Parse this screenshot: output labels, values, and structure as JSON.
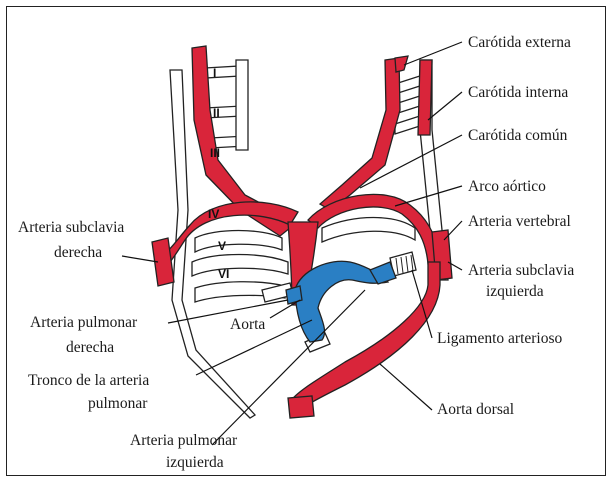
{
  "colors": {
    "artery": "#d9253a",
    "pulmonary": "#2a7fc4",
    "regressed": "#ffffff"
  },
  "arch_numerals": [
    "I",
    "II",
    "III",
    "IV",
    "V",
    "VI"
  ],
  "labels": {
    "carotida_externa": "Carótida externa",
    "carotida_interna": "Carótida interna",
    "carotida_comun": "Carótida común",
    "arco_aortico": "Arco aórtico",
    "arteria_vertebral": "Arteria vertebral",
    "subclavia_izq_1": "Arteria subclavia",
    "subclavia_izq_2": "izquierda",
    "ligamento": "Ligamento arterioso",
    "aorta_dorsal": "Aorta dorsal",
    "subclavia_der_1": "Arteria subclavia",
    "subclavia_der_2": "derecha",
    "pulmonar_der_1": "Arteria pulmonar",
    "pulmonar_der_2": "derecha",
    "aorta": "Aorta",
    "tronco_1": "Tronco de la arteria",
    "tronco_2": "pulmonar",
    "pulmonar_izq_1": "Arteria pulmonar",
    "pulmonar_izq_2": "izquierda"
  }
}
